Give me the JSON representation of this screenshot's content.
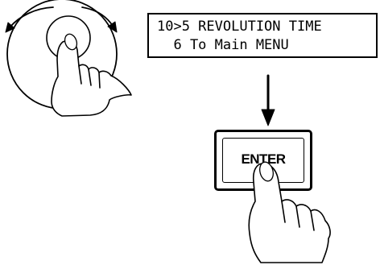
{
  "display": {
    "line1": "10>5 REVOLUTION TIME",
    "line2": "  6 To Main MENU"
  },
  "enter_key": {
    "label": "ENTER"
  },
  "icons": [
    "jog-dial-icon",
    "rotate-arrow-left-icon",
    "rotate-arrow-right-icon",
    "down-arrow-icon",
    "hand-pointer-icon"
  ]
}
